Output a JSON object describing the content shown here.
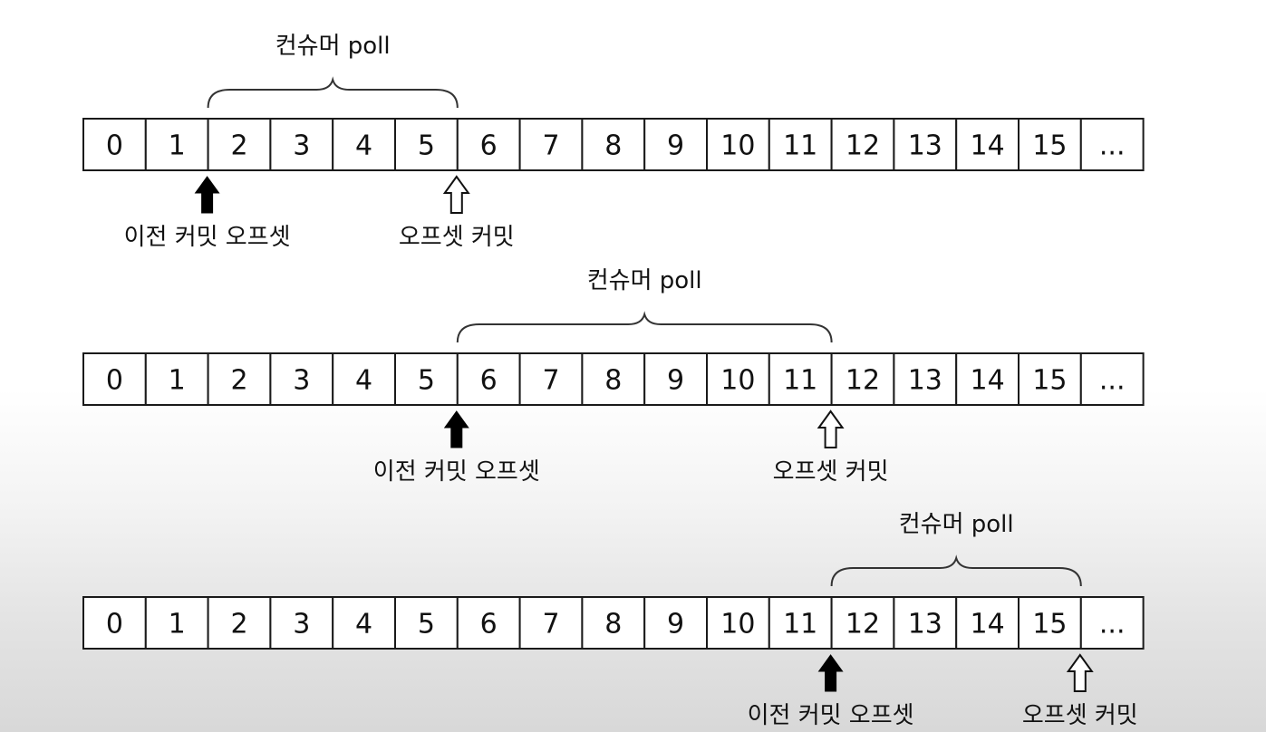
{
  "cells": [
    "0",
    "1",
    "2",
    "3",
    "4",
    "5",
    "6",
    "7",
    "8",
    "9",
    "10",
    "11",
    "12",
    "13",
    "14",
    "15",
    "..."
  ],
  "rows": [
    {
      "poll_label": "컨슈머 poll",
      "poll_start": 2,
      "poll_end": 5,
      "previous_commit_label": "이전 커밋 오프셋",
      "previous_commit_index": 1,
      "commit_label": "오프셋 커밋",
      "commit_index": 5
    },
    {
      "poll_label": "컨슈머 poll",
      "poll_start": 6,
      "poll_end": 11,
      "previous_commit_label": "이전 커밋 오프셋",
      "previous_commit_index": 5,
      "commit_label": "오프셋 커밋",
      "commit_index": 11
    },
    {
      "poll_label": "컨슈머 poll",
      "poll_start": 12,
      "poll_end": 15,
      "previous_commit_label": "이전 커밋 오프셋",
      "previous_commit_index": 11,
      "commit_label": "오프셋 커밋",
      "commit_index": 15
    }
  ]
}
